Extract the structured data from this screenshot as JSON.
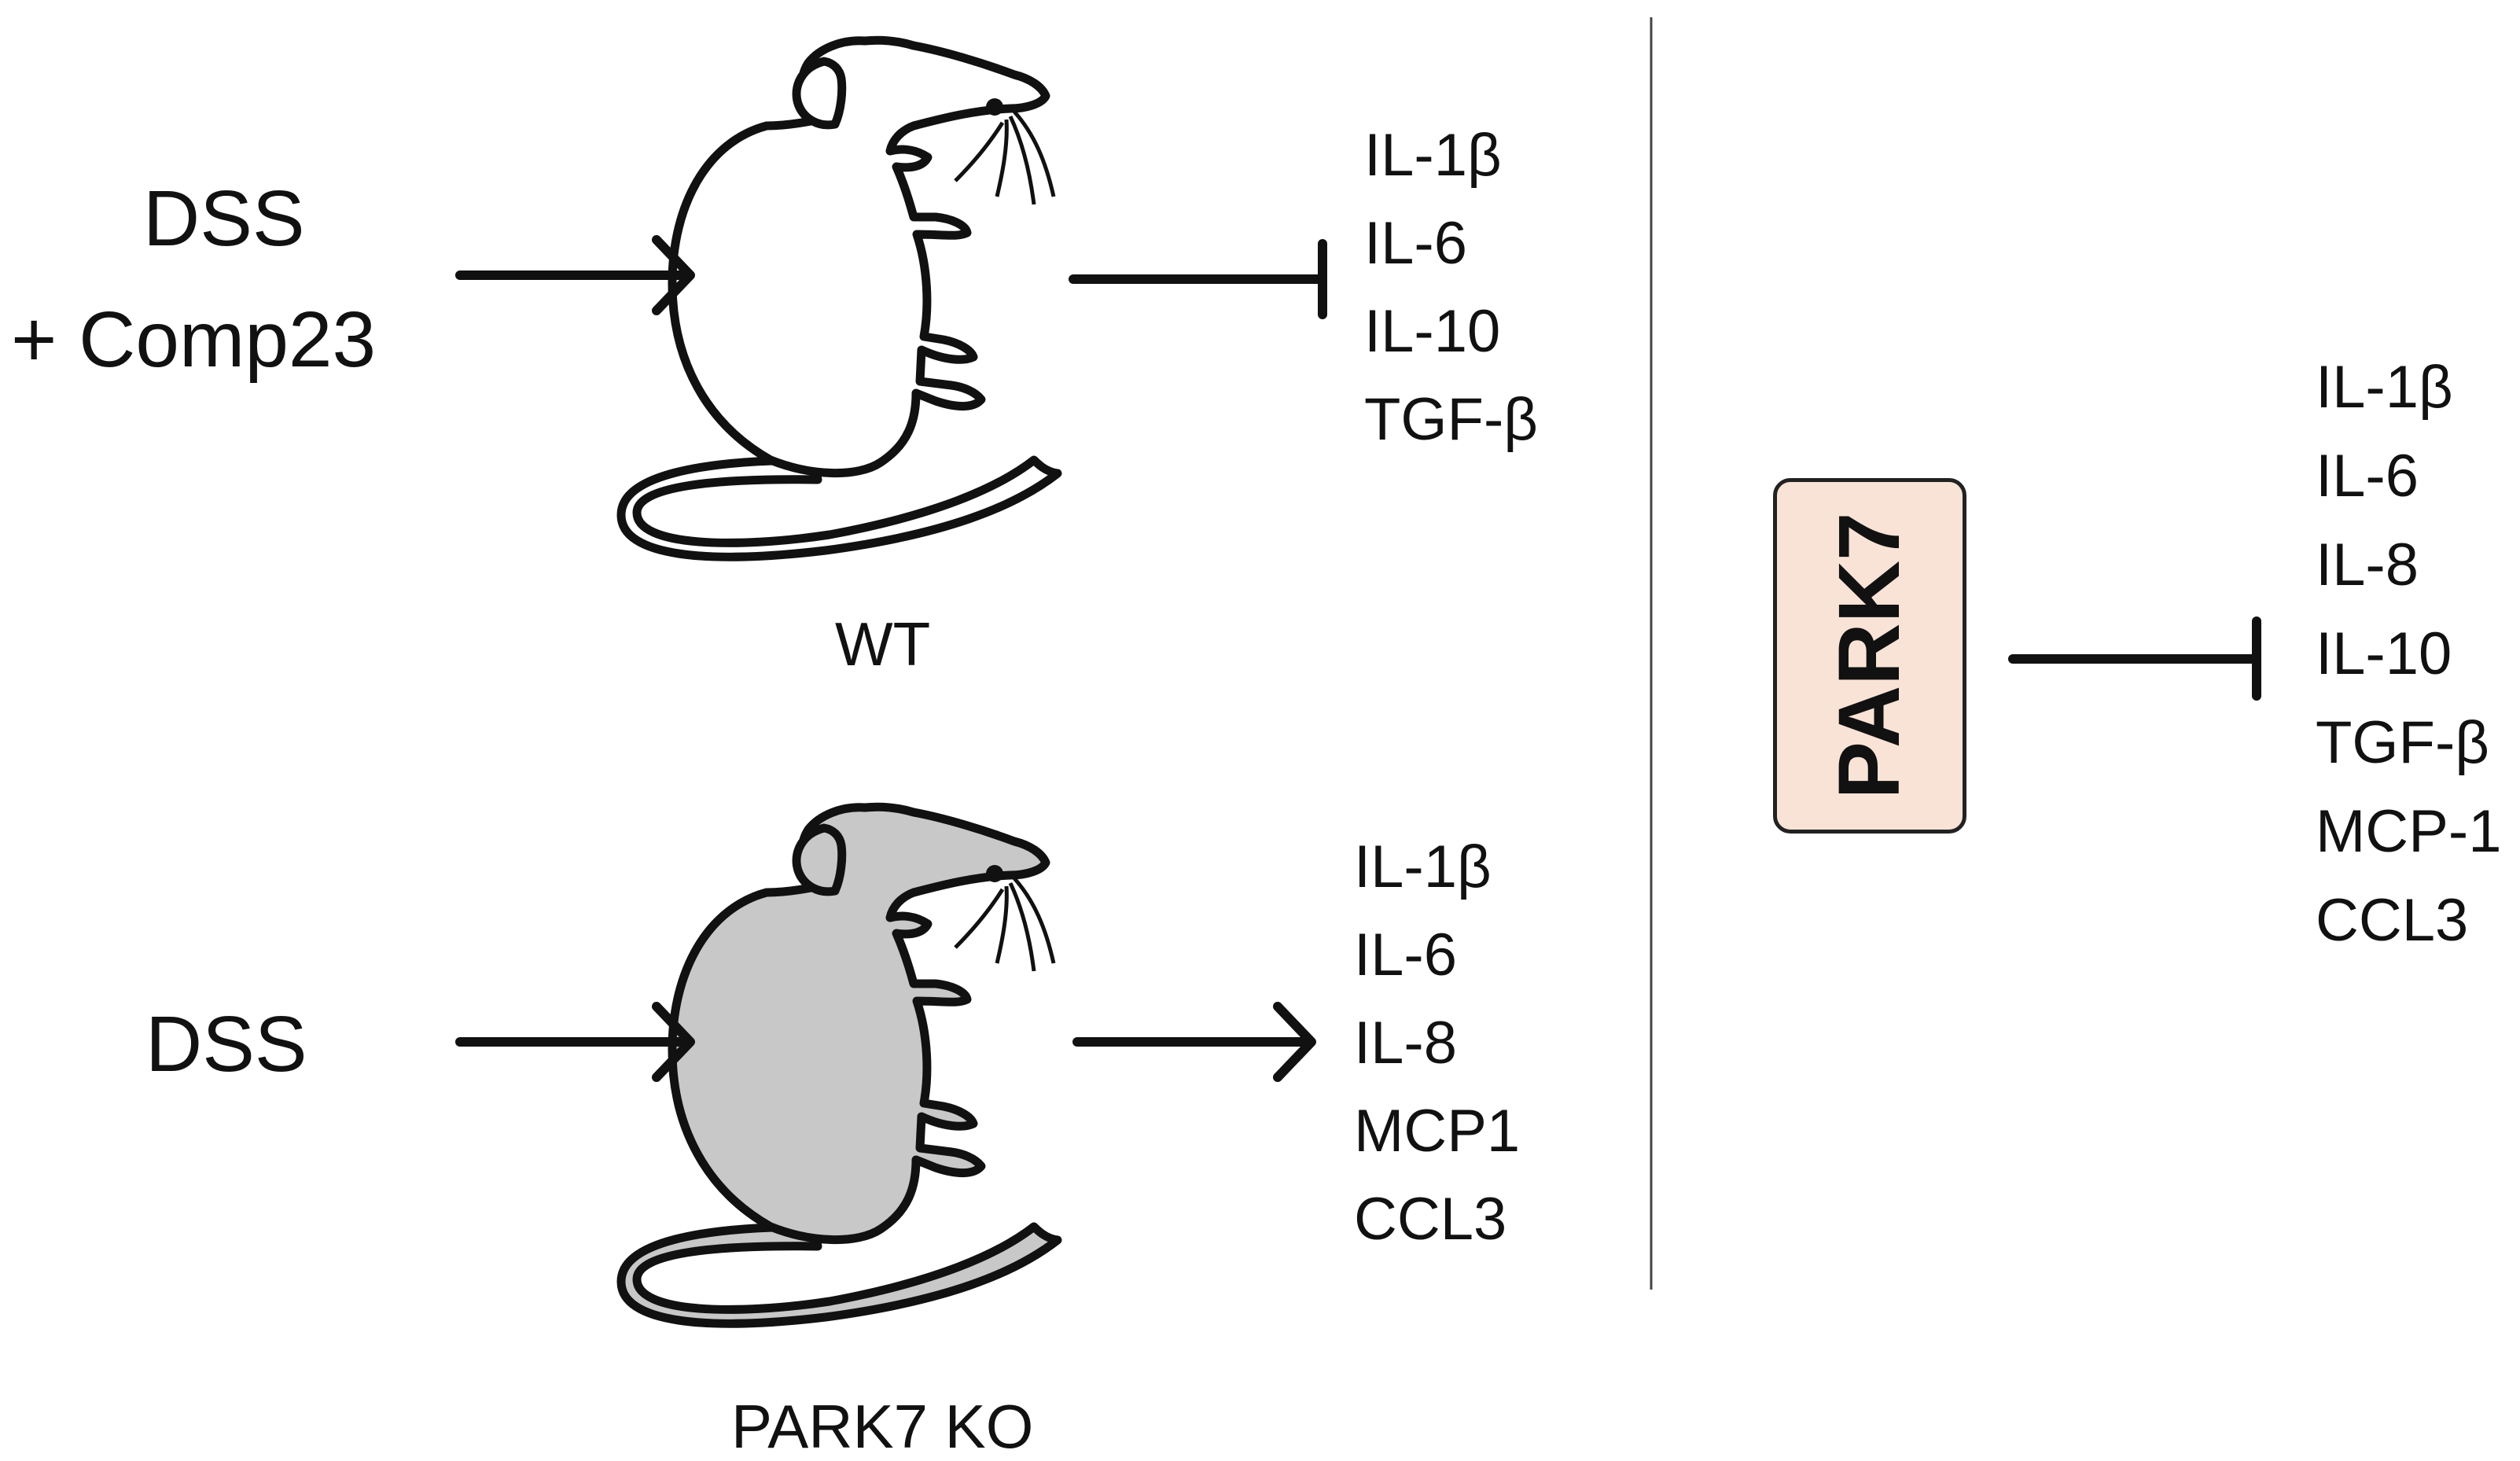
{
  "left": {
    "top_row": {
      "treatment_lines": [
        "DSS",
        "+ Comp23"
      ],
      "mouse_label": "WT",
      "mouse_color": "#ffffff",
      "effect": "inhibits",
      "cytokines": [
        "IL-1β",
        "IL-6",
        "IL-10",
        "TGF-β"
      ]
    },
    "bottom_row": {
      "treatment_lines": [
        "DSS"
      ],
      "mouse_label": "PARK7 KO",
      "mouse_color": "#c8c8c8",
      "effect": "induces",
      "cytokines": [
        "IL-1β",
        "IL-6",
        "IL-8",
        "MCP1",
        "CCL3"
      ]
    }
  },
  "right": {
    "node_label": "PARK7",
    "node_color": "#f9e3d6",
    "effect": "inhibits",
    "cytokines": [
      "IL-1β",
      "IL-6",
      "IL-8",
      "IL-10",
      "TGF-β",
      "MCP-1",
      "CCL3"
    ]
  }
}
